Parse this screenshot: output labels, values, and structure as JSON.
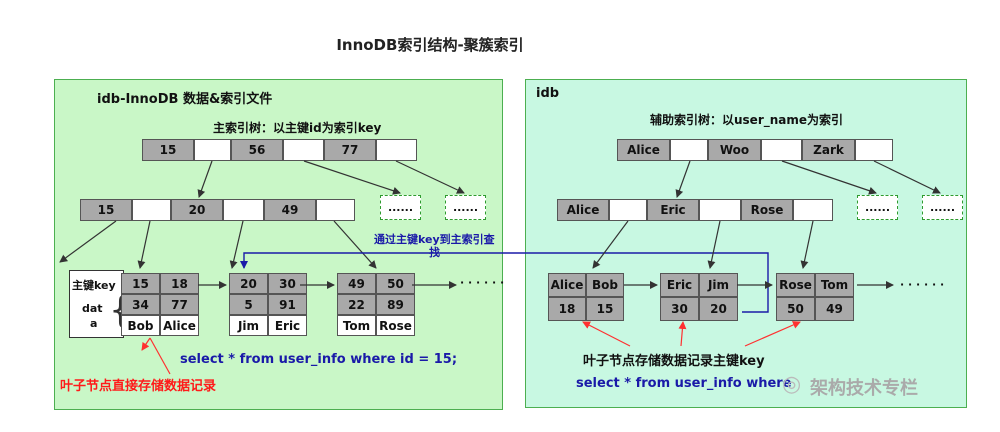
{
  "title": "InnoDB索引结构-聚簇索引",
  "left": {
    "panel_title": "idb-InnoDB 数据&索引文件",
    "tree_title": "主索引树：以主键id为索引key",
    "root_keys": [
      "15",
      "56",
      "77"
    ],
    "mid_keys": [
      "15",
      "20",
      "49"
    ],
    "placeholder": "......",
    "row_labels": [
      "主键key",
      "dat",
      "a"
    ],
    "leaf1": [
      [
        "15",
        "18"
      ],
      [
        "34",
        "77"
      ],
      [
        "Bob",
        "Alice"
      ]
    ],
    "leaf2": [
      [
        "20",
        "30"
      ],
      [
        "5",
        "91"
      ],
      [
        "Jim",
        "Eric"
      ]
    ],
    "leaf3": [
      [
        "49",
        "50"
      ],
      [
        "22",
        "89"
      ],
      [
        "Tom",
        "Rose"
      ]
    ],
    "trailing": "· · · · · ·",
    "link_note_1": "通过主键key到主索引查",
    "link_note_2": "找",
    "query": "select  * from user_info  where id = 15;",
    "note": "叶子节点直接存储数据记录"
  },
  "right": {
    "panel_title": "idb",
    "tree_title": "辅助索引树：以user_name为索引",
    "root_keys": [
      "Alice",
      "Woo",
      "Zark"
    ],
    "mid_keys": [
      "Alice",
      "Eric",
      "Rose"
    ],
    "placeholder": "......",
    "leaf1": [
      [
        "Alice",
        "Bob"
      ],
      [
        "18",
        "15"
      ]
    ],
    "leaf2": [
      [
        "Eric",
        "Jim"
      ],
      [
        "30",
        "20"
      ]
    ],
    "leaf3": [
      [
        "Rose",
        "Tom"
      ],
      [
        "50",
        "49"
      ]
    ],
    "trailing": "· · · · · ·",
    "note": "叶子节点存储数据记录主键key",
    "query": "select  * from user_info  where"
  },
  "watermark": "架构技术专栏"
}
